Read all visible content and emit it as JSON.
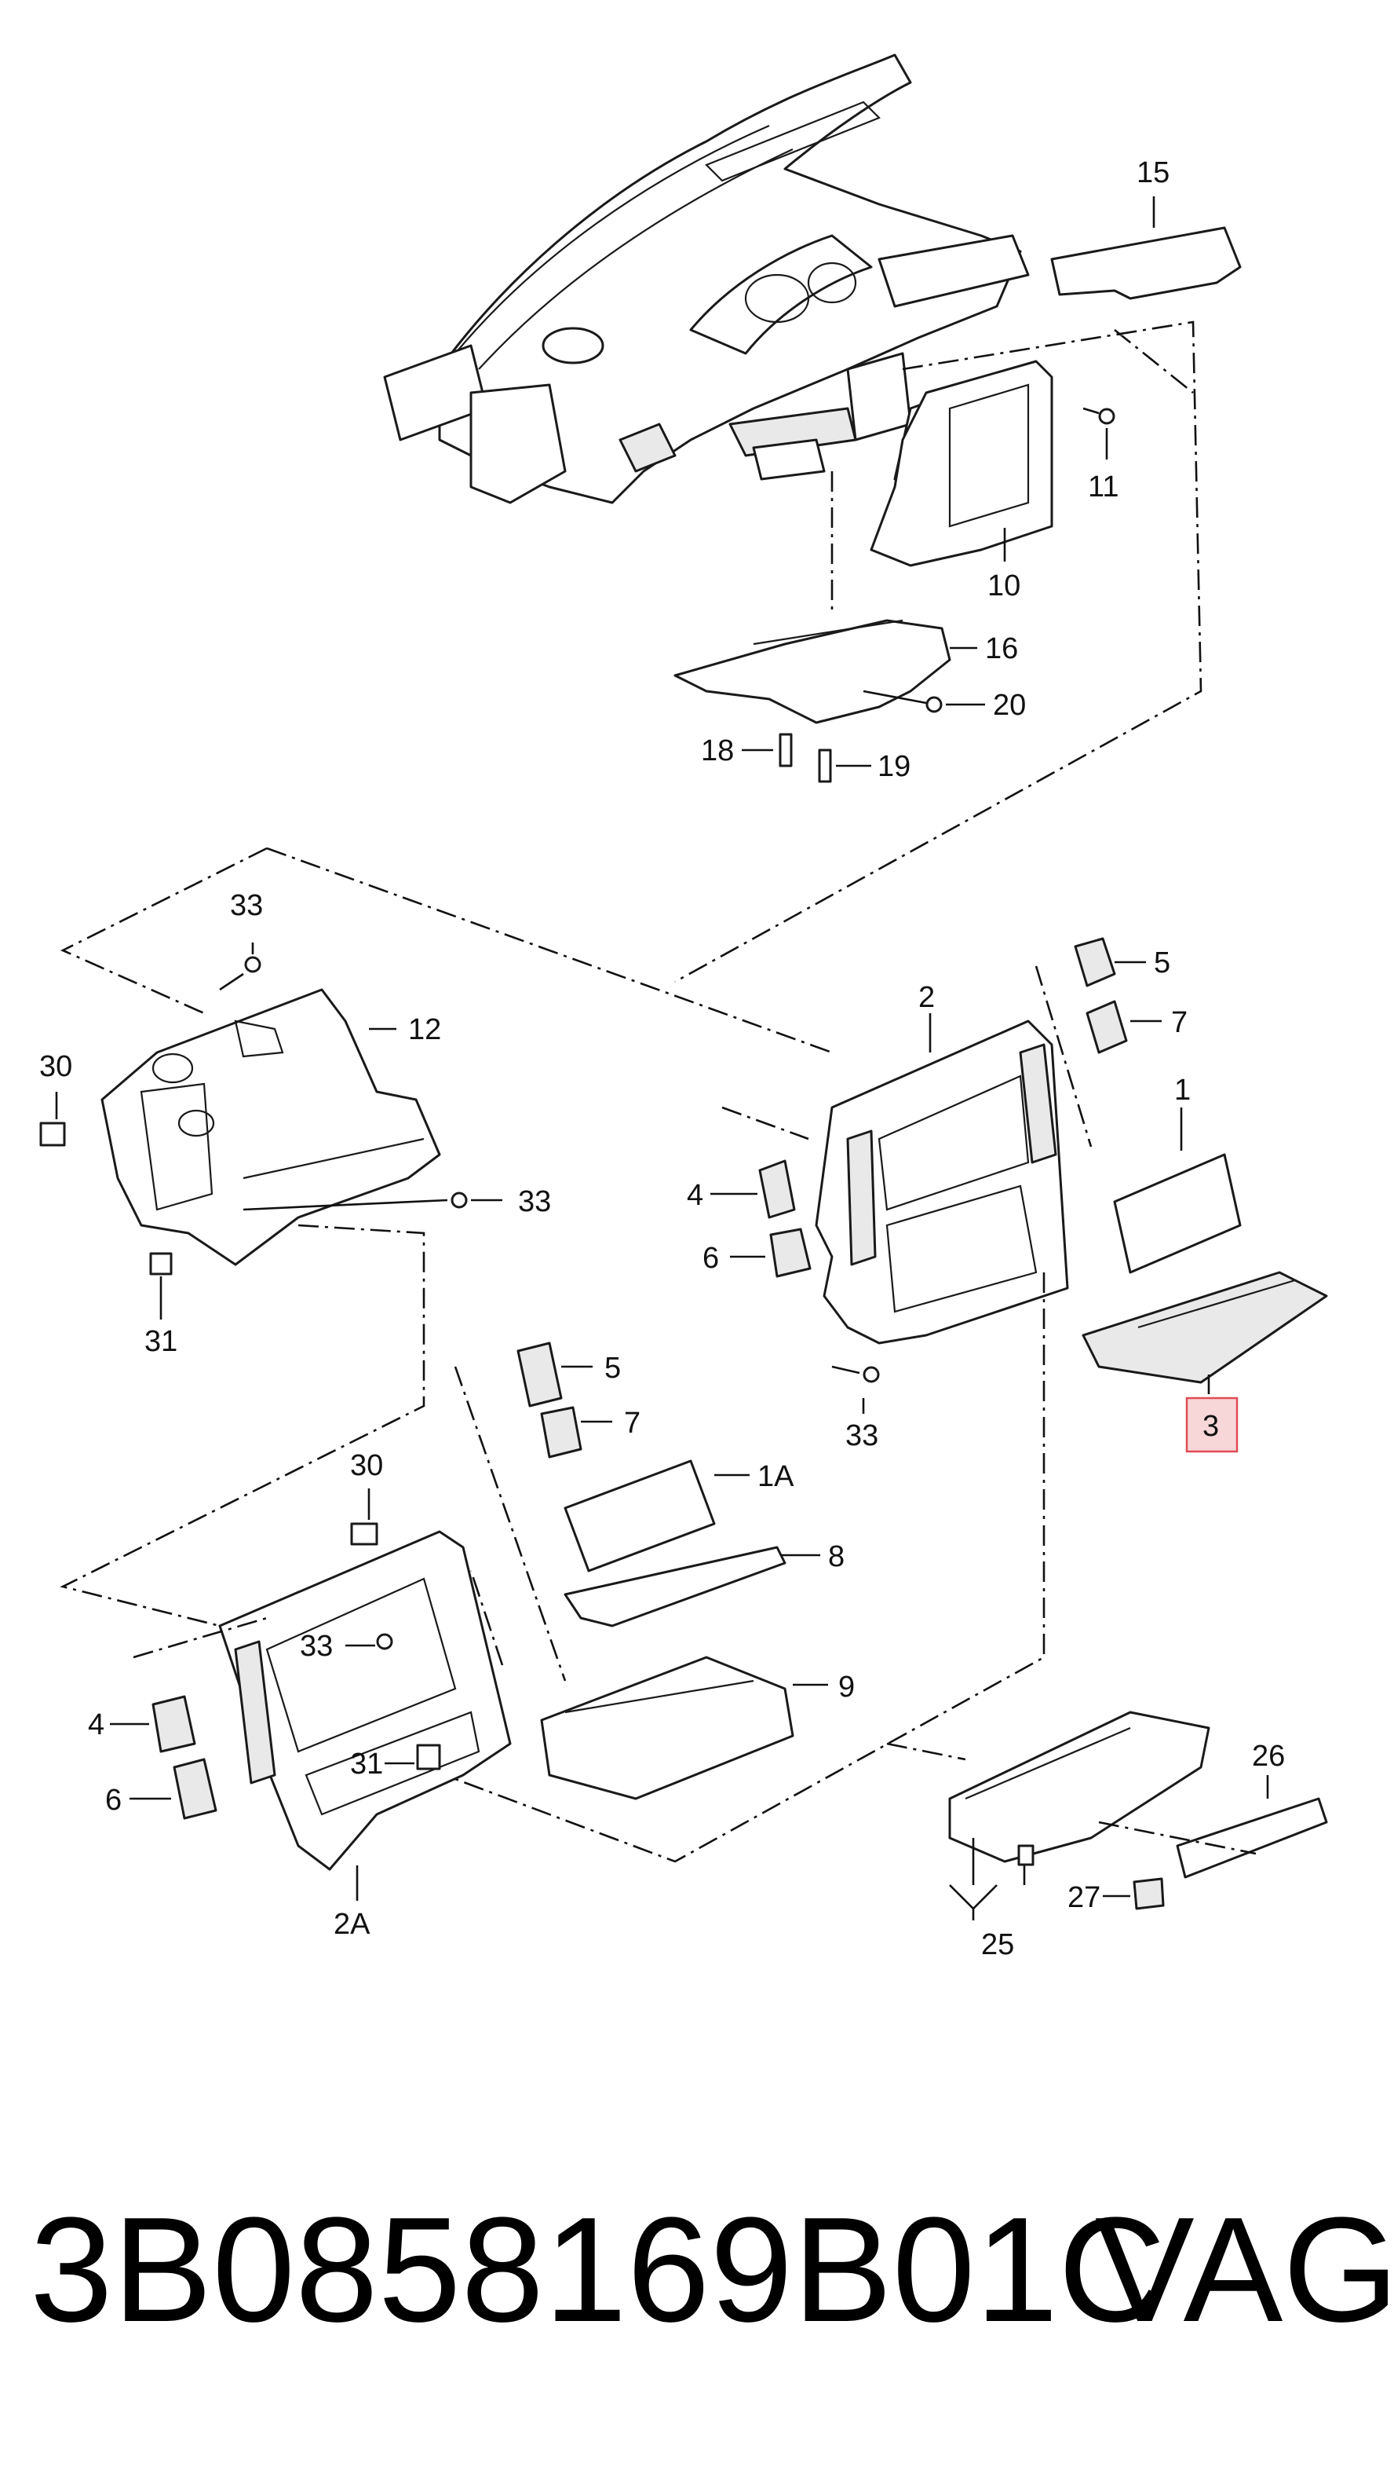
{
  "labels": {
    "p15": "15",
    "p11": "11",
    "p10": "10",
    "p16": "16",
    "p20": "20",
    "p18": "18",
    "p19": "19",
    "p33a": "33",
    "p12": "12",
    "p30a": "30",
    "p33b": "33",
    "p31a": "31",
    "p5a": "5",
    "p7a": "7",
    "p2": "2",
    "p1": "1",
    "p4a": "4",
    "p6a": "6",
    "p3": "3",
    "p33c": "33",
    "p5b": "5",
    "p7b": "7",
    "p30b": "30",
    "p1A": "1A",
    "p8": "8",
    "p33d": "33",
    "p9": "9",
    "p4b": "4",
    "p31b": "31",
    "p6b": "6",
    "p2A": "2A",
    "p26": "26",
    "p27": "27",
    "p25": "25"
  },
  "highlighted_part": "3",
  "highlight_color": "#e04b55",
  "footer": {
    "part_number": "3B0858169B01C",
    "brand": "VAG"
  }
}
